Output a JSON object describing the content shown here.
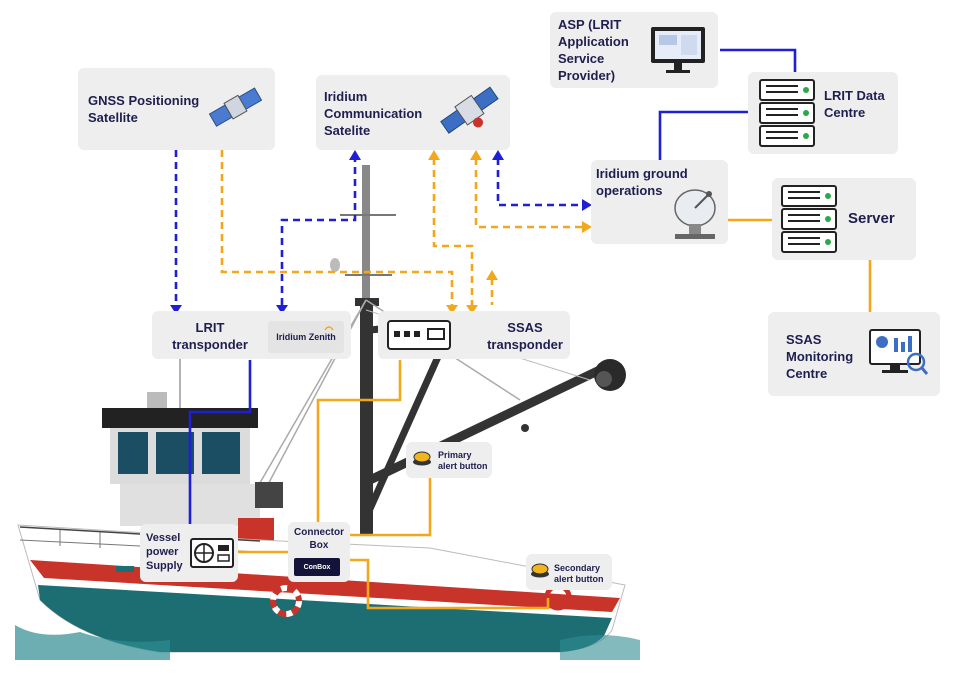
{
  "nodes": {
    "gnss": "GNSS Positioning\nSatellite",
    "iridium_sat": "Iridium\nCommunication\nSatelite",
    "asp": "ASP (LRIT\nApplication\nService\nProvider)",
    "lrit_dc": "LRIT Data\nCentre",
    "iridium_ground": "Iridium ground\noperations",
    "server": "Server",
    "lrit_transponder": "LRIT\ntransponder",
    "iridium_zenith": "Iridium Zenith",
    "ssas_transponder": "SSAS\ntransponder",
    "ssas_monitoring": "SSAS\nMonitoring\nCentre",
    "primary_alert": "Primary\nalert button",
    "secondary_alert": "Secondary\nalert button",
    "vessel_power": "Vessel\npower\nSupply",
    "connector_box": "Connector\nBox",
    "conbox_chip": "ConBox"
  },
  "colors": {
    "lrit_link": "#1f1fd6",
    "ssas_link": "#f2a81d",
    "node_bg": "#eeeeee",
    "label_text": "#1f1f4f",
    "hull_teal": "#1d6e72",
    "hull_red": "#c8342a"
  },
  "icons": [
    "satellite-icon",
    "monitor-icon",
    "server-rack-icon",
    "satellite-dish-icon",
    "transponder-device-icon",
    "alert-button-icon",
    "power-supply-icon",
    "dashboard-monitor-icon"
  ]
}
